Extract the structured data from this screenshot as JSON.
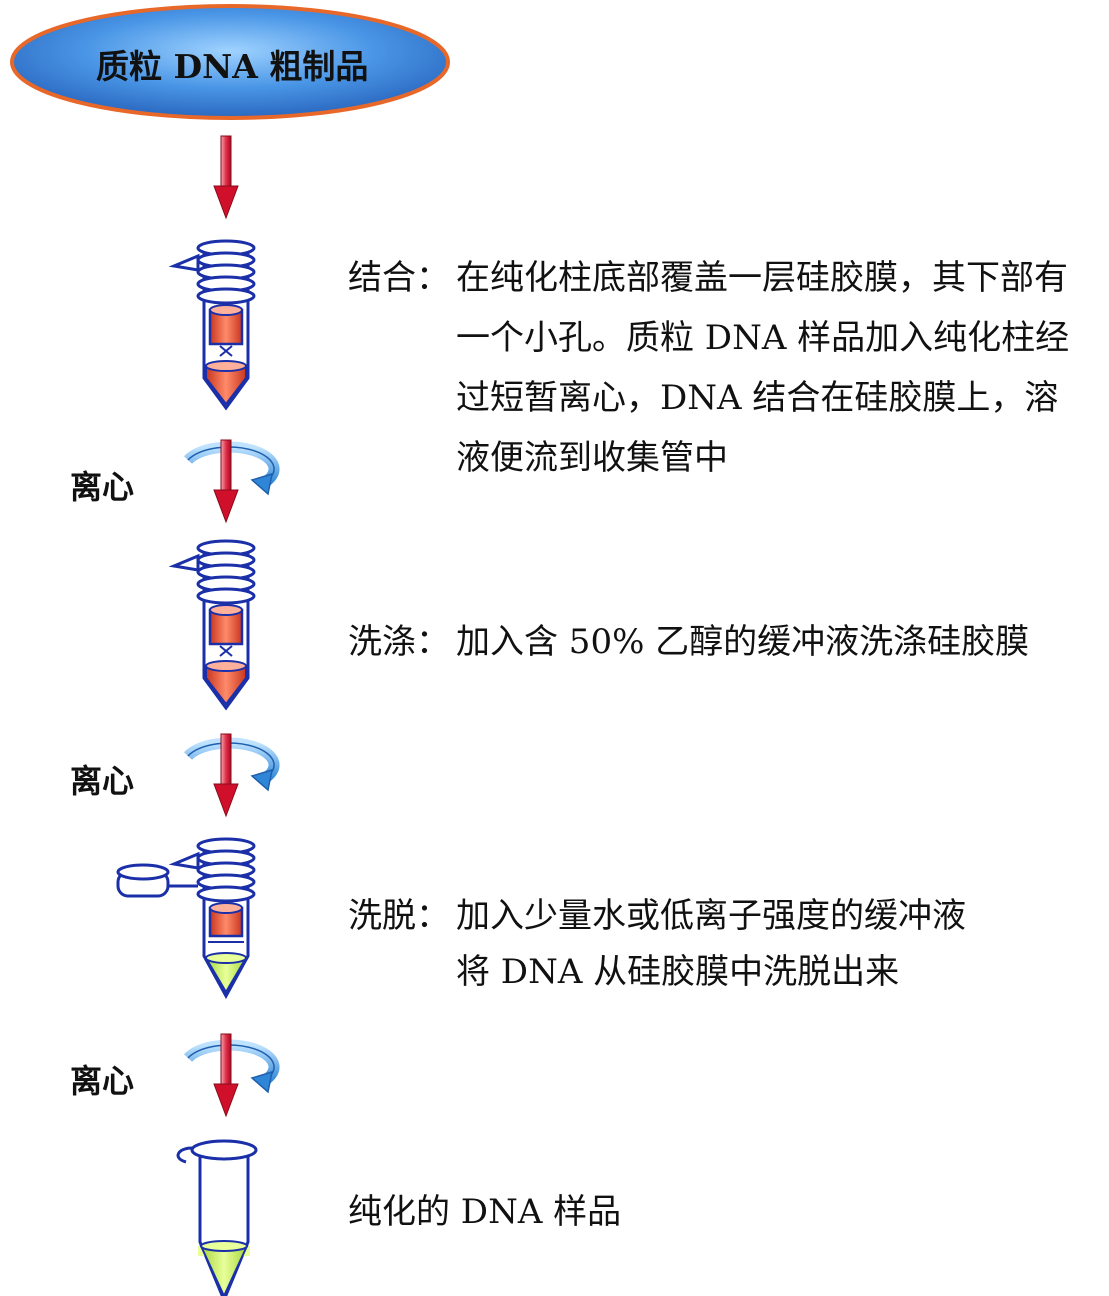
{
  "start": {
    "label": "质粒 DNA 粗制品"
  },
  "spin_label": "离心",
  "steps": [
    {
      "id": "bind",
      "head": "结合：",
      "lines": [
        "在纯化柱底部覆盖一层硅胶膜，其下部有",
        "一个小孔。质粒 DNA 样品加入纯化柱经",
        "过短暂离心，DNA 结合在硅胶膜上，溶",
        "液便流到收集管中"
      ]
    },
    {
      "id": "wash",
      "head": "洗涤：",
      "lines": [
        "加入含 50% 乙醇的缓冲液洗涤硅胶膜"
      ]
    },
    {
      "id": "elute",
      "head": "洗脱：",
      "lines": [
        "加入少量水或低离子强度的缓冲液",
        "将 DNA 从硅胶膜中洗脱出来"
      ]
    }
  ],
  "result": {
    "label": "纯化的 DNA 样品"
  },
  "colors": {
    "ellipse_fill": "#3f8fe0",
    "ellipse_stroke": "#e8682a",
    "arrow": "#d0102a",
    "ring": "#2f86d6",
    "tube_outline": "#1a2fa8",
    "column_fill": "#e8533a",
    "eluate_fill": "#c6ee5a"
  }
}
